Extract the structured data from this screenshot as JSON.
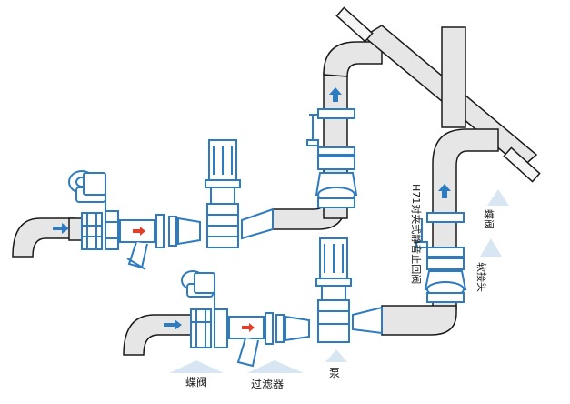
{
  "labels": {
    "butterfly_valve": "蝶阀",
    "filter": "过滤器",
    "pump": "泵",
    "butterfly_valve_right": "蝶阀",
    "soft_joint": "软接头",
    "check_valve": "H71对夹式静音止回阀"
  },
  "colors": {
    "pipe_fill": "#e6e6e6",
    "pipe_stroke": "#1a1a1a",
    "equipment_blue": "#2f7bbf",
    "flow_arrow": "#2f7bbf",
    "filter_arrow": "#e0402a",
    "label_tag": "#d7e6f2"
  },
  "icons": [
    "flow-arrow-icon",
    "motor-icon",
    "actuator-handwheel-icon",
    "butterfly-valve-icon",
    "y-strainer-icon",
    "pump-icon",
    "check-valve-icon",
    "soft-joint-icon"
  ]
}
